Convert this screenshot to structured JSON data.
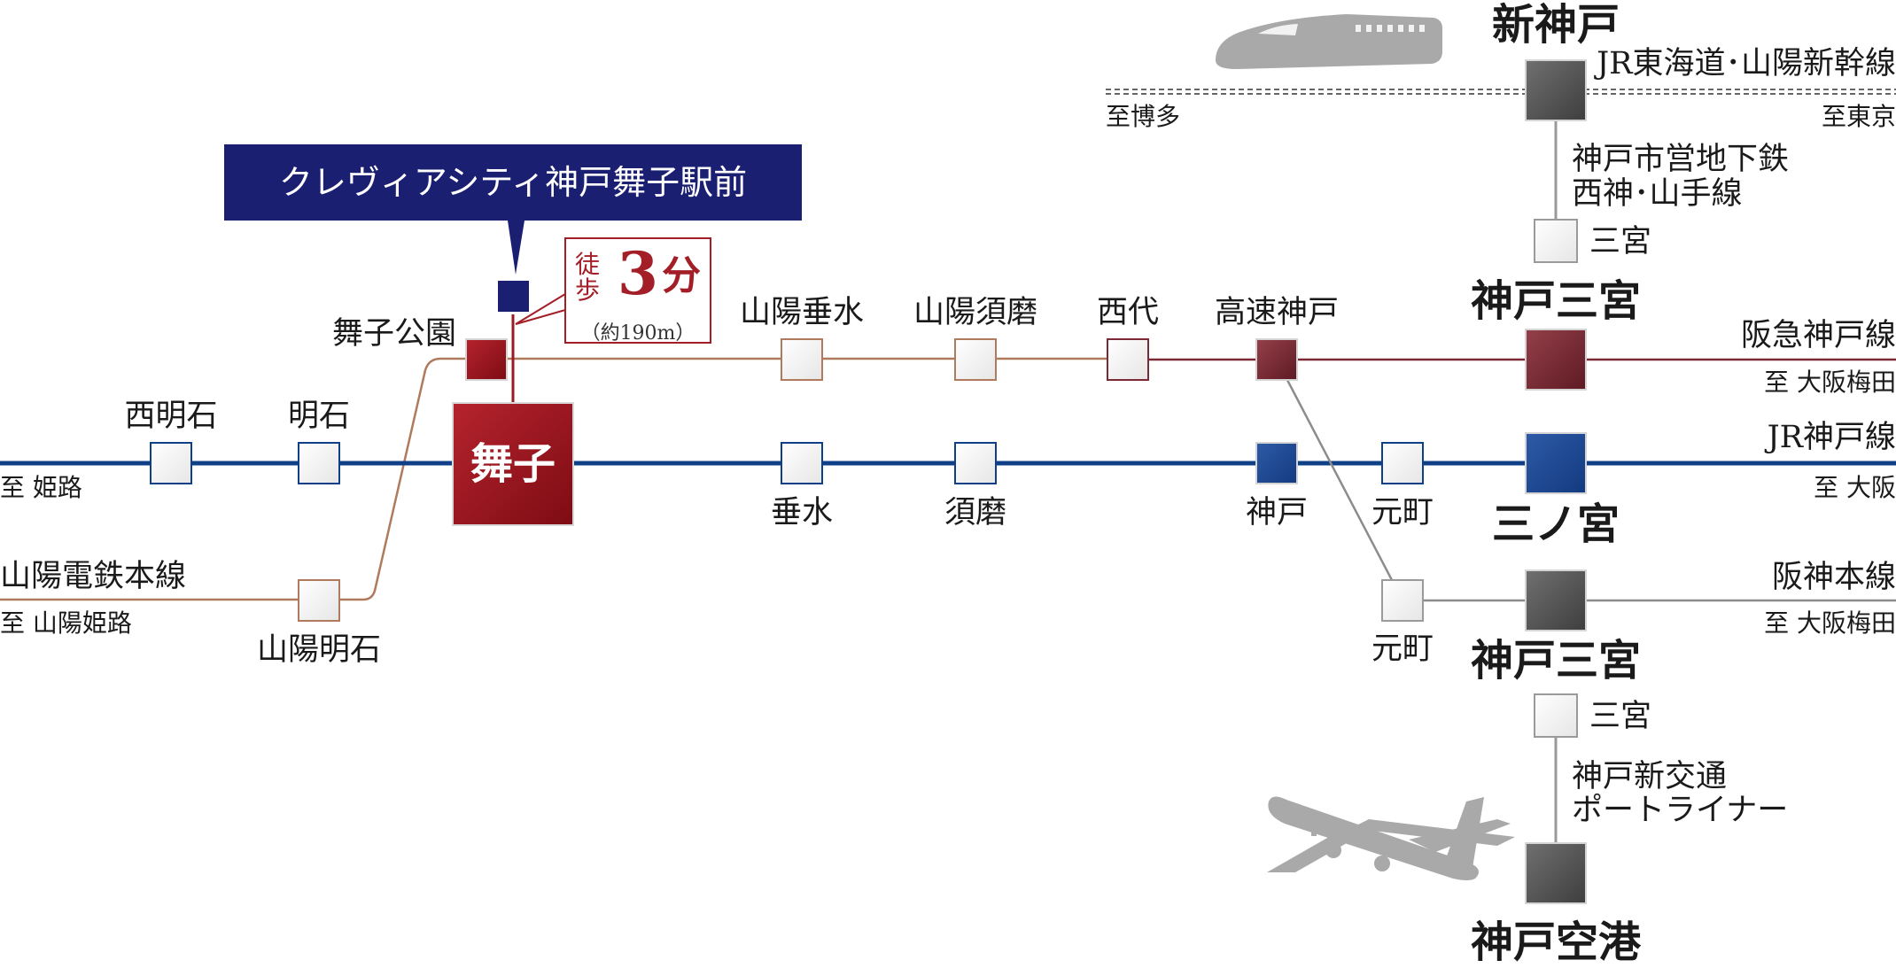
{
  "property": {
    "name": "クレヴィアシティ神戸舞子駅前",
    "walk_a": "徒",
    "walk_b": "歩",
    "walk_minutes": "3",
    "walk_unit": "分",
    "walk_distance": "（約190m）"
  },
  "lines": {
    "shinkansen": "JR東海道･山陽新幹線",
    "subway_a": "神戸市営地下鉄",
    "subway_b": "西神･山手線",
    "hankyu": "阪急神戸線",
    "jr_kobe": "JR神戸線",
    "hanshin": "阪神本線",
    "sanyo": "山陽電鉄本線",
    "port_liner_a": "神戸新交通",
    "port_liner_b": "ポートライナー"
  },
  "directions": {
    "hakata": "至博多",
    "tokyo": "至東京",
    "osaka_umeda_hankyu": "至 大阪梅田",
    "osaka": "至 大阪",
    "himeji": "至 姫路",
    "osaka_umeda_hanshin": "至 大阪梅田",
    "sanyo_himeji": "至 山陽姫路"
  },
  "stations": {
    "shin_kobe": "新神戸",
    "subway_sannomiya": "三宮",
    "hankyu_sannomiya": "神戸三宮",
    "maiko_koen": "舞子公園",
    "sanyo_tarumi": "山陽垂水",
    "sanyo_suma": "山陽須磨",
    "nishidai": "西代",
    "kosoku_kobe": "高速神戸",
    "nishi_akashi": "西明石",
    "akashi": "明石",
    "maiko": "舞子",
    "tarumi": "垂水",
    "suma": "須磨",
    "kobe": "神戸",
    "motomachi_jr": "元町",
    "sannomiya_jr": "三ノ宮",
    "motomachi_hanshin": "元町",
    "hanshin_sannomiya": "神戸三宮",
    "port_sannomiya": "三宮",
    "kobe_airport": "神戸空港",
    "sanyo_akashi": "山陽明石"
  },
  "colors": {
    "jr": "#0f3f87",
    "sanyo": "#b07a5c",
    "hankyu": "#7a2a35",
    "hanshin": "#9a9a9a",
    "property": "#1a1f72",
    "maiko": "#9c1a23",
    "dark": "#4a4a4a"
  }
}
